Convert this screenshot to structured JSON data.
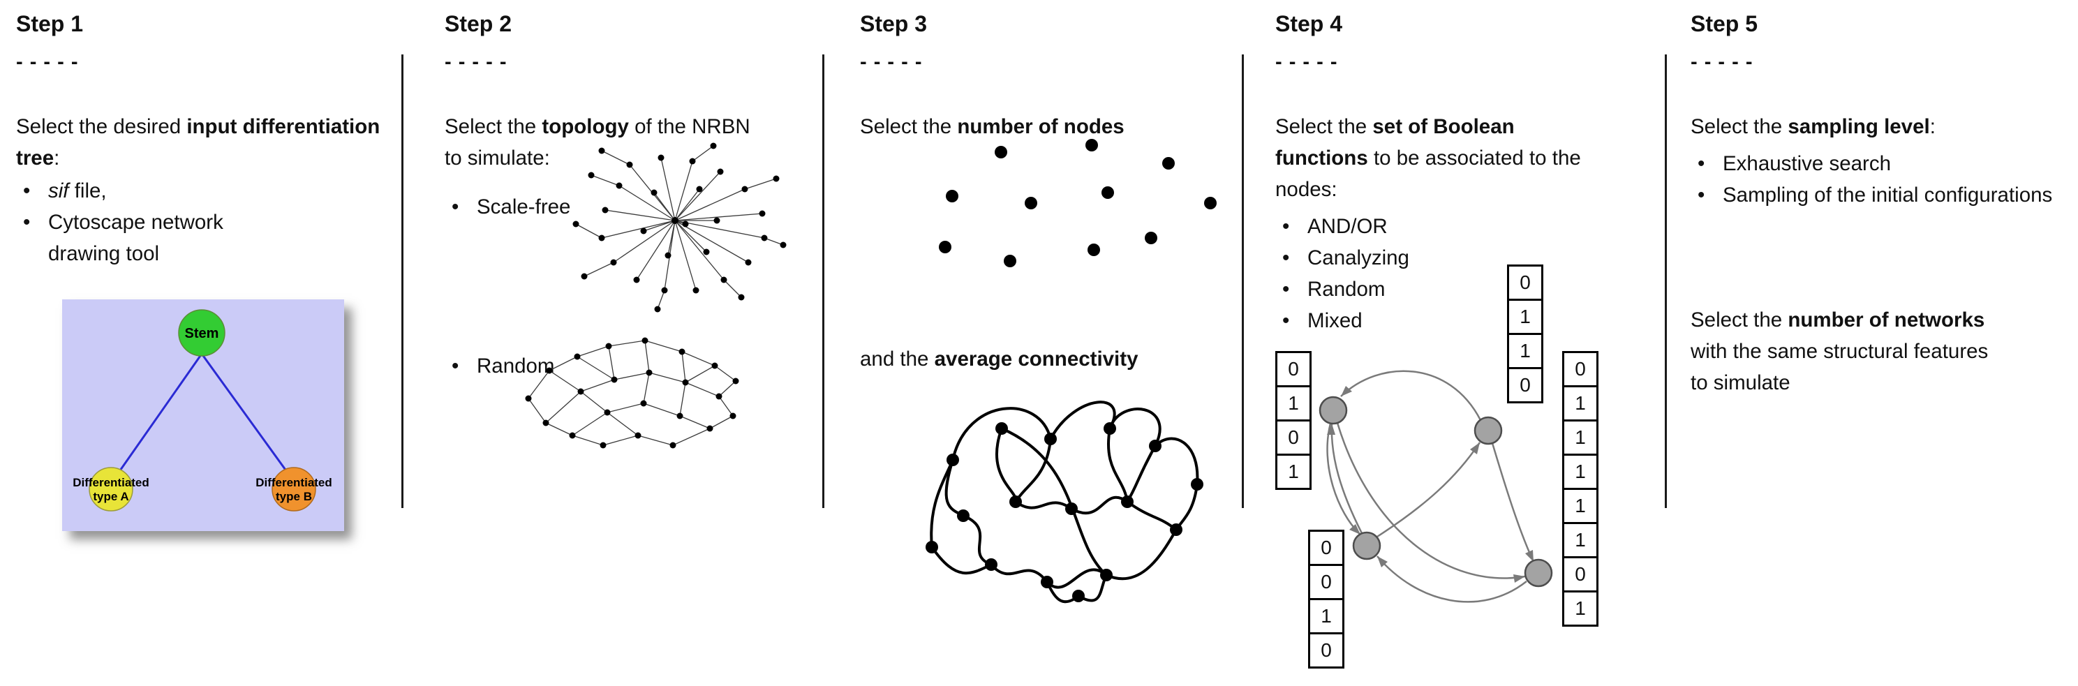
{
  "colors": {
    "divider": "#1a1a1a",
    "tree_bg": "#cbcbf7",
    "stem_fill": "#33cc33",
    "typeA_fill": "#e8e438",
    "typeB_fill": "#f0922d",
    "tree_edge": "#2a2ad4",
    "bool_node_fill": "#a3a3a3",
    "bool_node_stroke": "#4d4d4d",
    "bool_edge": "#7a7a7a"
  },
  "step1": {
    "title": "Step 1",
    "dashes": "- - - - -",
    "intro_pre": "Select the desired ",
    "intro_bold": "input differentiation tree",
    "intro_post": ":",
    "bullet1_italic": "sif",
    "bullet1_rest": " file,",
    "bullet2": "Cytoscape network drawing tool",
    "tree": {
      "stem_label": "Stem",
      "nodeA_line1": "Differentiated",
      "nodeA_line2": "type A",
      "nodeB_line1": "Differentiated",
      "nodeB_line2": "type B"
    }
  },
  "step2": {
    "title": "Step 2",
    "dashes": "- - - - -",
    "intro_pre": "Select the ",
    "intro_bold": "topology",
    "intro_post": " of the NRBN to simulate:",
    "bullet_scale_free": "Scale-free",
    "bullet_random": "Random"
  },
  "step3": {
    "title": "Step 3",
    "dashes": "- - - - -",
    "intro_pre": "Select the ",
    "intro_bold": "number of nodes",
    "intro_post": "",
    "second_pre": "and the ",
    "second_bold": "average connectivity"
  },
  "step4": {
    "title": "Step 4",
    "dashes": "- - - - -",
    "intro_pre": "Select the ",
    "intro_bold": "set of Boolean functions",
    "intro_post": " to be associated to the nodes:",
    "bullets": [
      "AND/OR",
      "Canalyzing",
      "Random",
      "Mixed"
    ],
    "truth_tables": {
      "left": [
        "0",
        "1",
        "0",
        "1"
      ],
      "top": [
        "0",
        "1",
        "1",
        "0"
      ],
      "bottom": [
        "0",
        "0",
        "1",
        "0"
      ],
      "right": [
        "0",
        "1",
        "1",
        "1",
        "1",
        "1",
        "0",
        "1"
      ]
    }
  },
  "step5": {
    "title": "Step 5",
    "dashes": "- - - - -",
    "intro_pre": "Select the ",
    "intro_bold": "sampling level",
    "intro_post": ":",
    "bullets": [
      "Exhaustive search",
      "Sampling of the initial configurations"
    ],
    "second_pre": "Select the ",
    "second_bold": "number of networks",
    "second_post": " with the same structural features to simulate"
  }
}
